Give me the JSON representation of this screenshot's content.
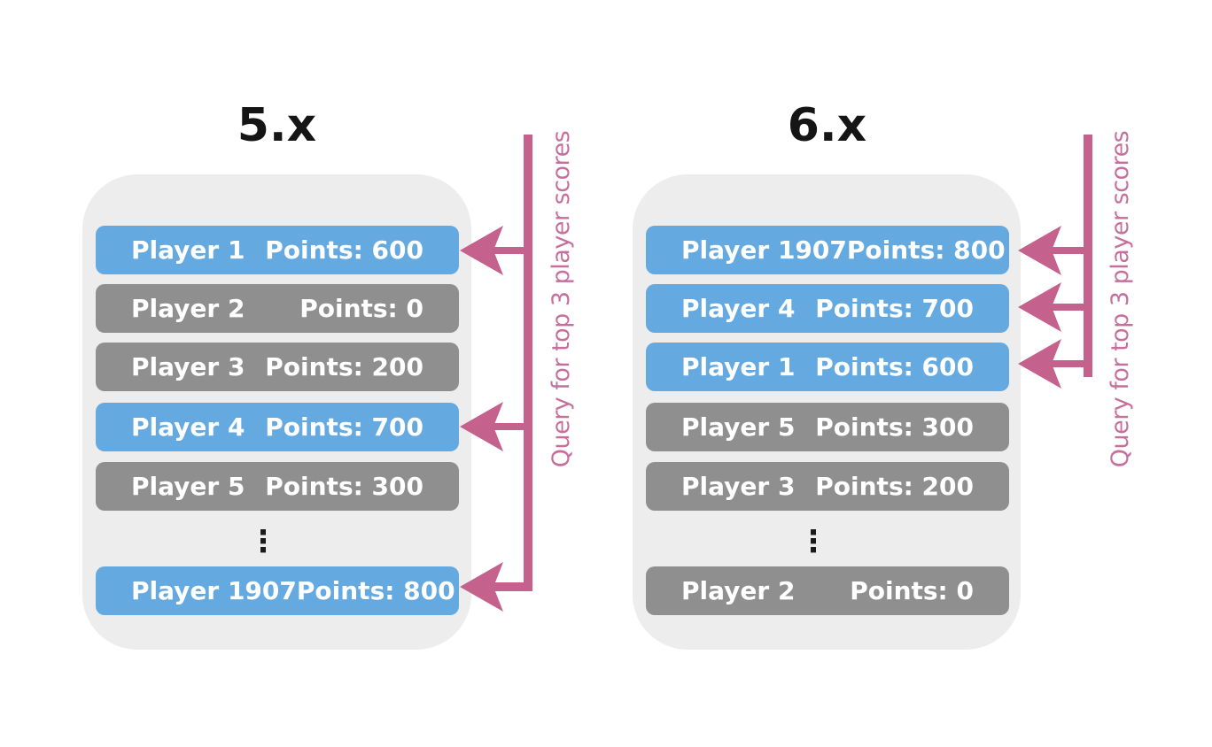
{
  "colors": {
    "row_highlight_blue": "#64AAE1",
    "row_muted_gray": "#8F8F8F",
    "panel_background": "#EDEDED",
    "arrow_pink": "#C4618C",
    "annotation_pink": "#C76F9C",
    "title_black": "#151515"
  },
  "panels": [
    {
      "title": "5.x",
      "annotation": "Query for top 3 player scores",
      "ellipsis": "⋮",
      "rows": [
        {
          "player": "Player 1",
          "points": "Points: 600",
          "highlight": true,
          "arrowed": true
        },
        {
          "player": "Player 2",
          "points": "Points: 0",
          "highlight": false,
          "arrowed": false
        },
        {
          "player": "Player 3",
          "points": "Points: 200",
          "highlight": false,
          "arrowed": false
        },
        {
          "player": "Player 4",
          "points": "Points: 700",
          "highlight": true,
          "arrowed": true
        },
        {
          "player": "Player 5",
          "points": "Points: 300",
          "highlight": false,
          "arrowed": false
        },
        {
          "player": "Player 1907",
          "points": "Points: 800",
          "highlight": true,
          "arrowed": true
        }
      ]
    },
    {
      "title": "6.x",
      "annotation": "Query for top 3 player scores",
      "ellipsis": "⋮",
      "rows": [
        {
          "player": "Player 1907",
          "points": "Points: 800",
          "highlight": true,
          "arrowed": true
        },
        {
          "player": "Player 4",
          "points": "Points: 700",
          "highlight": true,
          "arrowed": true
        },
        {
          "player": "Player 1",
          "points": "Points: 600",
          "highlight": true,
          "arrowed": true
        },
        {
          "player": "Player 5",
          "points": "Points: 300",
          "highlight": false,
          "arrowed": false
        },
        {
          "player": "Player 3",
          "points": "Points: 200",
          "highlight": false,
          "arrowed": false
        },
        {
          "player": "Player 2",
          "points": "Points: 0",
          "highlight": false,
          "arrowed": false
        }
      ]
    }
  ]
}
